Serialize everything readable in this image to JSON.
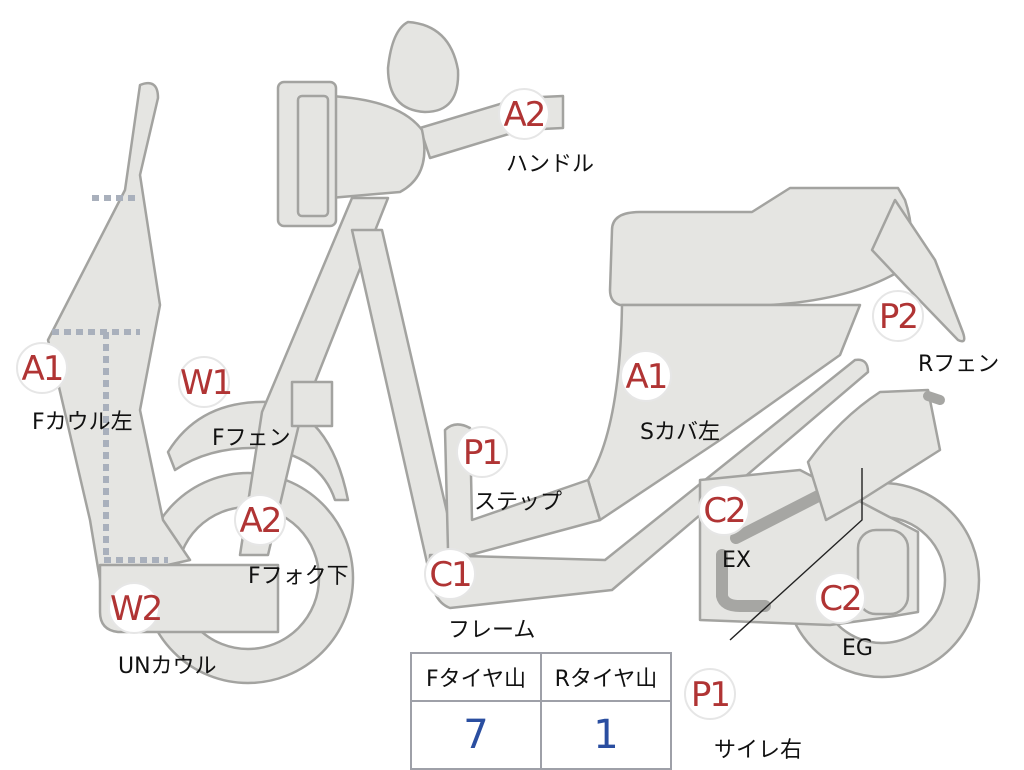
{
  "parts": [
    {
      "id": "a1-front-cowl-left",
      "code": "A1",
      "label": "Fカウル左"
    },
    {
      "id": "w1-front-fender",
      "code": "W1",
      "label": "Fフェン"
    },
    {
      "id": "a2-handle",
      "code": "A2",
      "label": "ハンドル"
    },
    {
      "id": "a2-front-fork-lower",
      "code": "A2",
      "label": "Fフォク下"
    },
    {
      "id": "w2-under-cowl",
      "code": "W2",
      "label": "UNカウル"
    },
    {
      "id": "p1-step",
      "code": "P1",
      "label": "ステップ"
    },
    {
      "id": "c1-frame",
      "code": "C1",
      "label": "フレーム"
    },
    {
      "id": "a1-side-cover-left",
      "code": "A1",
      "label": "Sカバ左"
    },
    {
      "id": "p2-rear-fender",
      "code": "P2",
      "label": "Rフェン"
    },
    {
      "id": "c2-exhaust",
      "code": "C2",
      "label": "EX"
    },
    {
      "id": "c2-engine",
      "code": "C2",
      "label": "EG"
    },
    {
      "id": "p1-muffler-right",
      "code": "P1",
      "label": "サイレ右"
    }
  ],
  "tire_table": {
    "headers": [
      "Fタイヤ山",
      "Rタイヤ山"
    ],
    "values": [
      "7",
      "1"
    ]
  },
  "colors": {
    "part_fill": "#e5e5e2",
    "part_outline": "#a3a3a0",
    "code_text": "#b03434",
    "table_value": "#2a4ea0"
  }
}
